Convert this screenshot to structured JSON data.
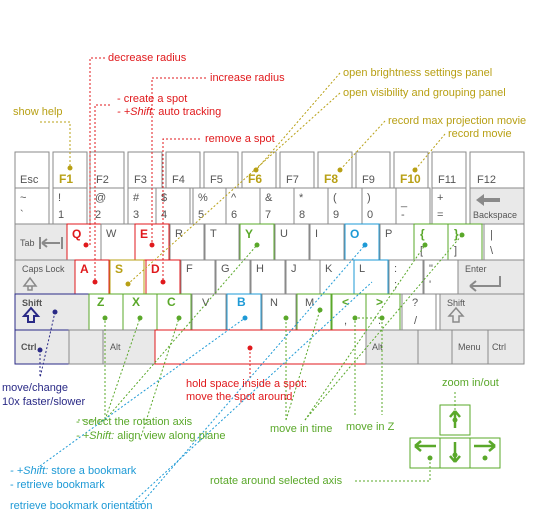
{
  "colors": {
    "red": "#e0191c",
    "olive": "#b8a015",
    "green": "#5aa82a",
    "navy": "#2a2a86",
    "blue": "#1e9ad6",
    "key_fill": "#ffffff",
    "mod_fill": "#e9e9e9",
    "key_stroke": "#8a8a8a",
    "legend": "#555555"
  },
  "annotations": {
    "decrease_radius": "decrease radius",
    "increase_radius": "increase radius",
    "create_spot": "- create a spot",
    "auto_tracking_mod": "- +Shift:",
    "auto_tracking": "auto tracking",
    "show_help": "show help",
    "remove_spot": "remove a spot",
    "open_brightness": "open brightness settings panel",
    "open_visibility": "open visibility and grouping panel",
    "record_max_projection": "record max projection movie",
    "record_movie": "record movie",
    "move_change_1": "move/change",
    "move_change_2": "10x faster/slower",
    "hold_space_1": "hold space inside a spot:",
    "hold_space_2": "move the spot around",
    "select_rotation_axis": "- select the rotation axis",
    "align_view_mod": "- +Shift:",
    "align_view": "align view along plane",
    "move_in_time": "move in time",
    "move_in_z": "move in Z",
    "zoom_in_out": "zoom in/out",
    "store_bookmark_mod": "- +Shift:",
    "store_bookmark": "store a bookmark",
    "retrieve_bookmark": "- retrieve bookmark",
    "rotate_selected_axis": "rotate around selected axis",
    "retrieve_orientation": "retrieve bookmark orientation"
  },
  "keys": {
    "esc": "Esc",
    "f1": "F1",
    "f2": "F2",
    "f3": "F3",
    "f4": "F4",
    "f5": "F5",
    "f6": "F6",
    "f7": "F7",
    "f8": "F8",
    "f9": "F9",
    "f10": "F10",
    "f11": "F11",
    "f12": "F12",
    "tilde_top": "~",
    "tilde_bot": "`",
    "n1_top": "!",
    "n1_bot": "1",
    "n2_top": "@",
    "n2_bot": "2",
    "n3_top": "#",
    "n3_bot": "3",
    "n4_top": "$",
    "n4_bot": "4",
    "n5_top": "%",
    "n5_bot": "5",
    "n6_top": "^",
    "n6_bot": "6",
    "n7_top": "&",
    "n7_bot": "7",
    "n8_top": "*",
    "n8_bot": "8",
    "n9_top": "(",
    "n9_bot": "9",
    "n0_top": ")",
    "n0_bot": "0",
    "minus_top": "_",
    "minus_bot": "-",
    "plus_top": "+",
    "plus_bot": "=",
    "backspace": "Backspace",
    "tab": "Tab",
    "q": "Q",
    "w": "W",
    "e": "E",
    "r": "R",
    "t": "T",
    "y": "Y",
    "u": "U",
    "i": "I",
    "o": "O",
    "p": "P",
    "lbrace_top": "{",
    "lbrace_bot": "[",
    "rbrace_top": "}",
    "rbrace_bot": "]",
    "pipe_top": "|",
    "pipe_bot": "\\",
    "caps_lock": "Caps Lock",
    "a": "A",
    "s": "S",
    "d": "D",
    "f": "F",
    "g": "G",
    "h": "H",
    "j": "J",
    "k": "K",
    "l": "L",
    "colon_top": ":",
    "colon_bot": ";",
    "quote_top": "\"",
    "quote_bot": "'",
    "enter": "Enter",
    "shift_left": "Shift",
    "z": "Z",
    "x": "X",
    "c": "C",
    "v": "V",
    "b": "B",
    "n": "N",
    "m": "M",
    "lt_top": "<",
    "lt_bot": ",",
    "gt_top": ">",
    "gt_bot": ".",
    "qmark_top": "?",
    "qmark_bot": "/",
    "shift_right": "Shift",
    "ctrl_left": "Ctrl",
    "alt_left": "Alt",
    "alt_right": "Alt",
    "menu": "Menu",
    "ctrl_right": "Ctrl"
  }
}
